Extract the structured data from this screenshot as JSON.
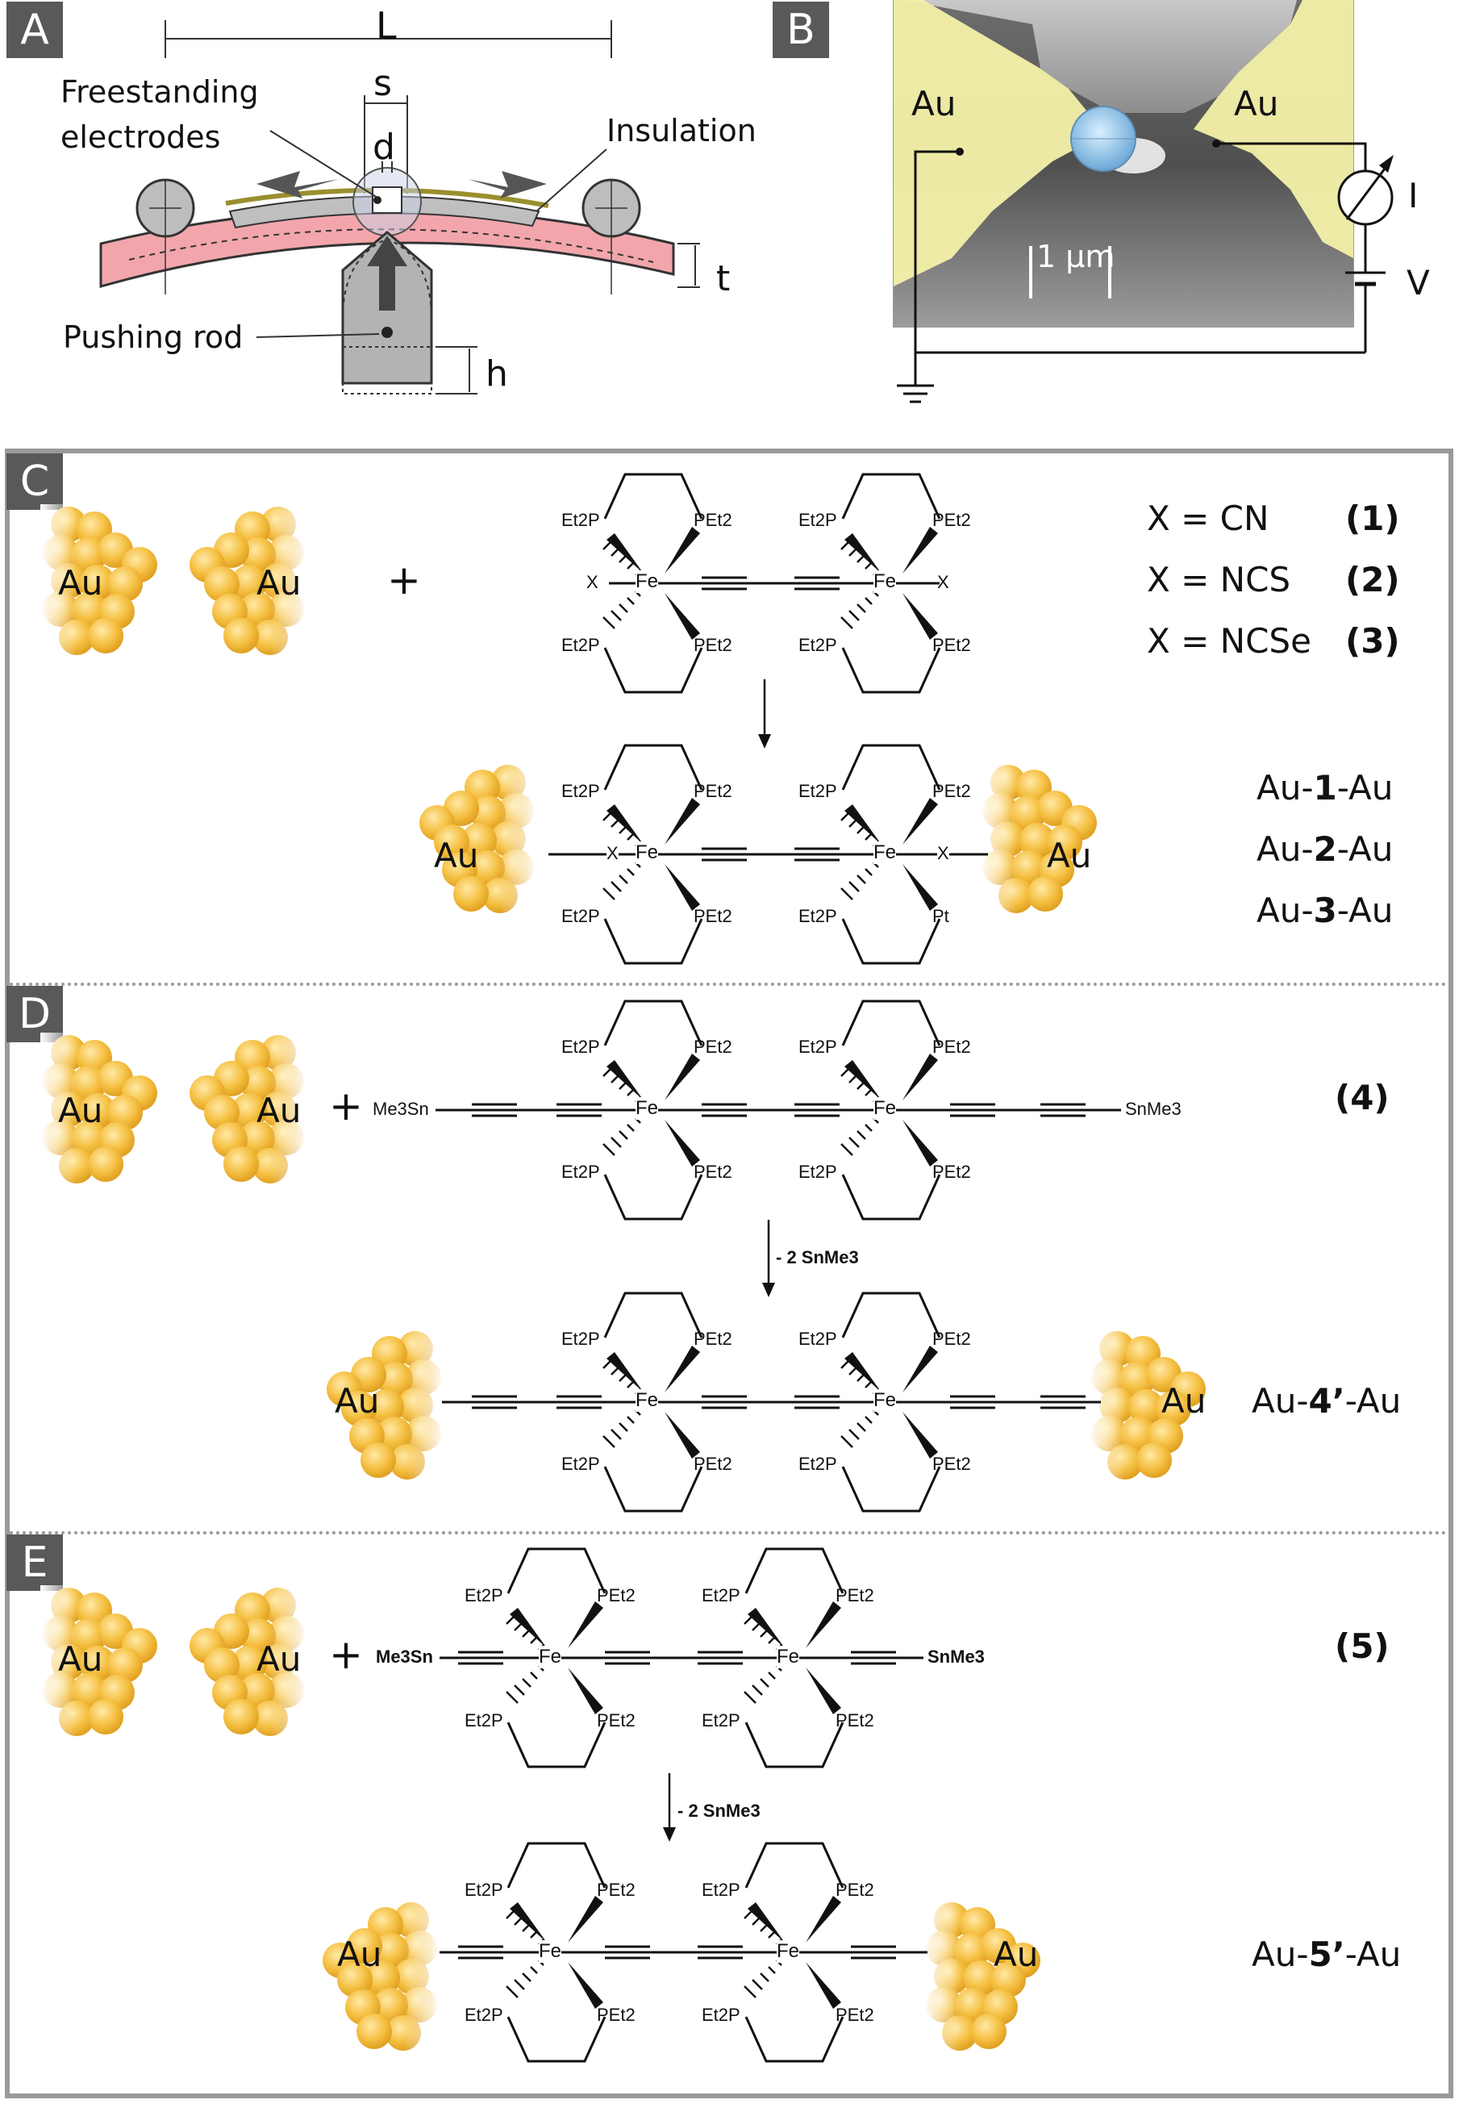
{
  "panels": {
    "A": {
      "letter": "A",
      "L": "L",
      "s": "s",
      "d": "d",
      "t": "t",
      "h": "h",
      "freestanding": "Freestanding",
      "electrodes": "electrodes",
      "insulation": "Insulation",
      "pushing_rod": "Pushing rod"
    },
    "B": {
      "letter": "B",
      "au_left": "Au",
      "au_right": "Au",
      "scale": "1 µm",
      "I": "I",
      "V": "V"
    },
    "C": {
      "letter": "C",
      "au": "Au",
      "plus": "+",
      "x": "X",
      "fe": "Fe",
      "et2p": "Et2P",
      "pet2": "PEt2",
      "pt_trunc": "Pt",
      "x_defs": [
        {
          "text": "X  =  CN",
          "num": "(1)"
        },
        {
          "text": "X  =  NCS",
          "num": "(2)"
        },
        {
          "text": "X  =  NCSe",
          "num": "(3)"
        }
      ],
      "products": [
        {
          "pre": "Au-",
          "bold": "1",
          "post": "-Au"
        },
        {
          "pre": "Au-",
          "bold": "2",
          "post": "-Au"
        },
        {
          "pre": "Au-",
          "bold": "3",
          "post": "-Au"
        }
      ]
    },
    "D": {
      "letter": "D",
      "au": "Au",
      "plus": "+",
      "me3sn": "Me3Sn",
      "snme3": "SnMe3",
      "minus": "- 2 SnMe3",
      "num": "(4)",
      "product": {
        "pre": "Au-",
        "bold": "4’",
        "post": "-Au"
      }
    },
    "E": {
      "letter": "E",
      "au": "Au",
      "plus": "+",
      "me3sn": "Me3Sn",
      "snme3": "SnMe3",
      "minus": "- 2 SnMe3",
      "num": "(5)",
      "product": {
        "pre": "Au-",
        "bold": "5’",
        "post": "-Au"
      }
    }
  },
  "colors": {
    "panel_tag": "#59595b",
    "gold": "#f2b632",
    "au_electrode": "#f3f1a8",
    "substrate": "#f2a6ac",
    "frame": "#9a9a9a"
  }
}
